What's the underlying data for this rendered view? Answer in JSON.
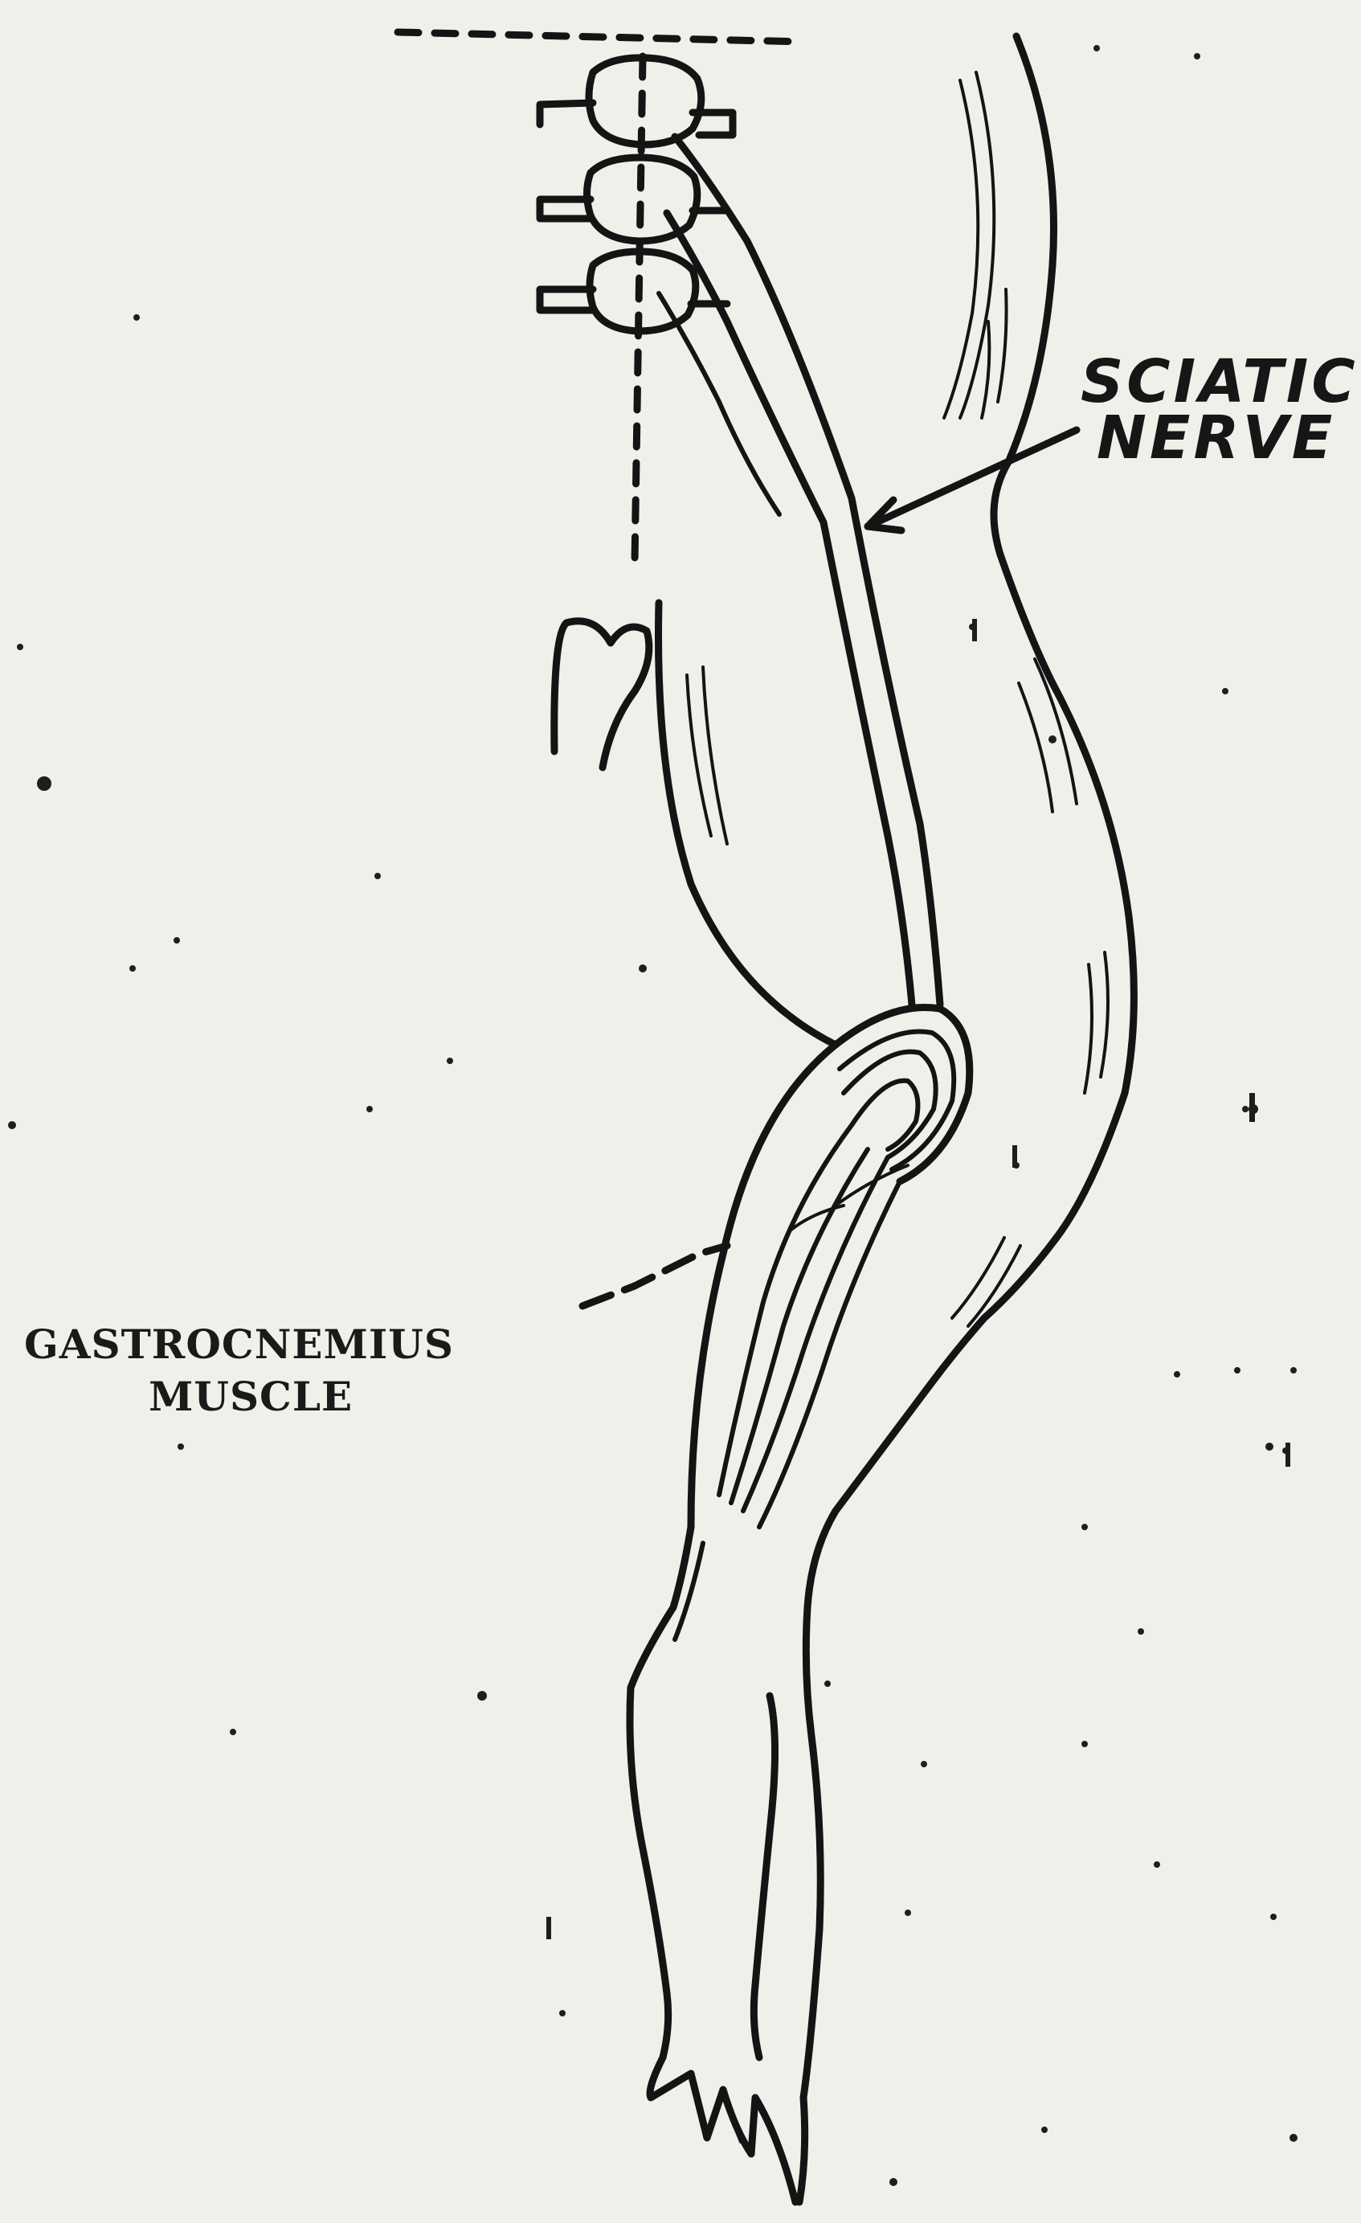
{
  "labels": {
    "sciatic_line1": "SCIATIC",
    "sciatic_line2": "NERVE",
    "gastro_line1": "GASTROCNEMIUS",
    "gastro_line2": "MUSCLE"
  },
  "colors": {
    "paper": "#f1efea",
    "ink": "#141414"
  }
}
